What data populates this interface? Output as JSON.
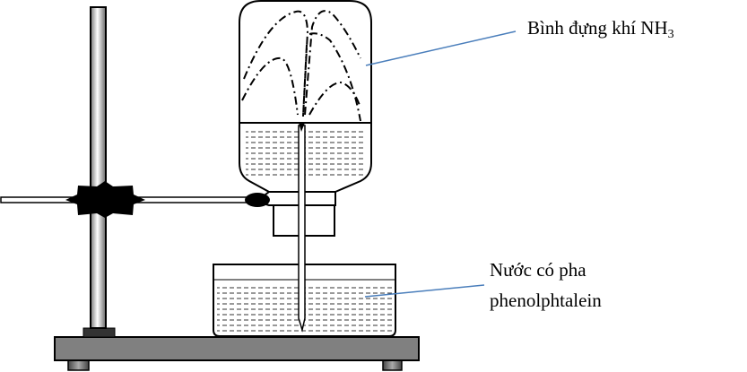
{
  "labels": {
    "flask": {
      "text": "Bình đựng khí NH",
      "subscript": "3"
    },
    "trough": {
      "line1": "Nước có pha",
      "line2": "phenolphtalein"
    }
  },
  "colors": {
    "leader_line": "#4a7ebb",
    "base": "#808080",
    "feet": "#555555"
  }
}
